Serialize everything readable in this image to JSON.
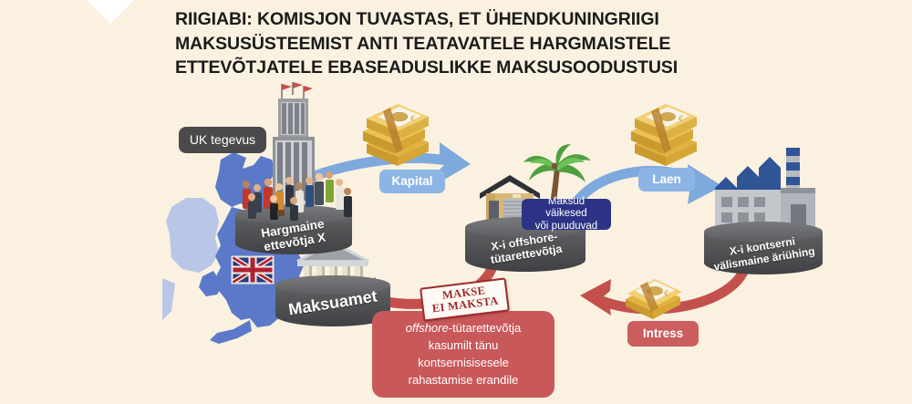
{
  "page": {
    "background_color": "#faf1e0",
    "title": "RIIGIABI: KOMISJON TUVASTAS, ET ÜHENDKUNINGRIIGI MAKSUSÜSTEEMIST ANTI TEATAVATELE HARGMAISTELE ETTEVÕTJATELE EBASEADUSLIKKE MAKSUSOODUSTUSI"
  },
  "colors": {
    "background": "#faf1e0",
    "map_blue": "#5b79c8",
    "map_blue_light": "#b9c6e8",
    "arrow_blue": "#7ea9dd",
    "arrow_red": "#c4504e",
    "chip_blue": "#8cb4e4",
    "chip_navy": "#2c3386",
    "chip_red": "#cb5d5d",
    "chip_dark": "#4a4a4c",
    "redbox": "#c9585a",
    "stamp_red": "#9e2a28",
    "money_gold": "#e8b93f",
    "platform_gray": "#58595b",
    "title_text": "#1b1b1b"
  },
  "labels": {
    "uk_activity": "UK tegevus",
    "capital": "Kapital",
    "loan": "Laen",
    "interest": "Intress",
    "low_tax": "Maksud väikesed või puuduvad",
    "low_tax_line1": "Maksud väikesed",
    "low_tax_line2": "või puuduvad"
  },
  "platforms": {
    "multinational": "Hargmaine ettevõtja X",
    "multinational_line1": "Hargmaine",
    "multinational_line2": "ettevõtja X",
    "offshore": "X-i offshore-tütarettevõtja",
    "offshore_line1": "X-i offshore-",
    "offshore_line2": "tütarettevõtja",
    "foreign": "X-i kontserni välismaine äriühing",
    "foreign_line1": "X-i kontserni",
    "foreign_line2": "välismaine äriühing",
    "tax_office": "Maksuamet"
  },
  "stamp": {
    "line1": "MAKSE",
    "line2": "EI MAKSTA"
  },
  "explanation": {
    "line1_italic": "offshore",
    "line1_rest": "-tütarettevõtja",
    "line2": "kasumilt tänu kontsernisisesele",
    "line3": "rahastamise erandile",
    "full": "offshore-tütarettevõtja kasumilt tänu kontsernisisesele rahastamise erandile"
  },
  "icons": {
    "skyscraper": "skyscraper-icon",
    "people": "people-group-icon",
    "uk_flag": "uk-flag-icon",
    "uk_map": "uk-map-icon",
    "money_stack": "money-stack-icon",
    "money_bundle": "money-bundle-icon",
    "offshore_house": "offshore-house-icon",
    "palm_tree": "palm-tree-icon",
    "factory": "factory-icon",
    "tax_office_building": "tax-office-building-icon",
    "arrow_blue_capital": "blue-arrow-right-icon",
    "arrow_blue_loan": "blue-arrow-right-icon",
    "arrow_red_interest": "red-arrow-left-icon",
    "arrow_red_payment": "red-arrow-left-icon",
    "chevron_top": "chevron-down-decoration"
  }
}
